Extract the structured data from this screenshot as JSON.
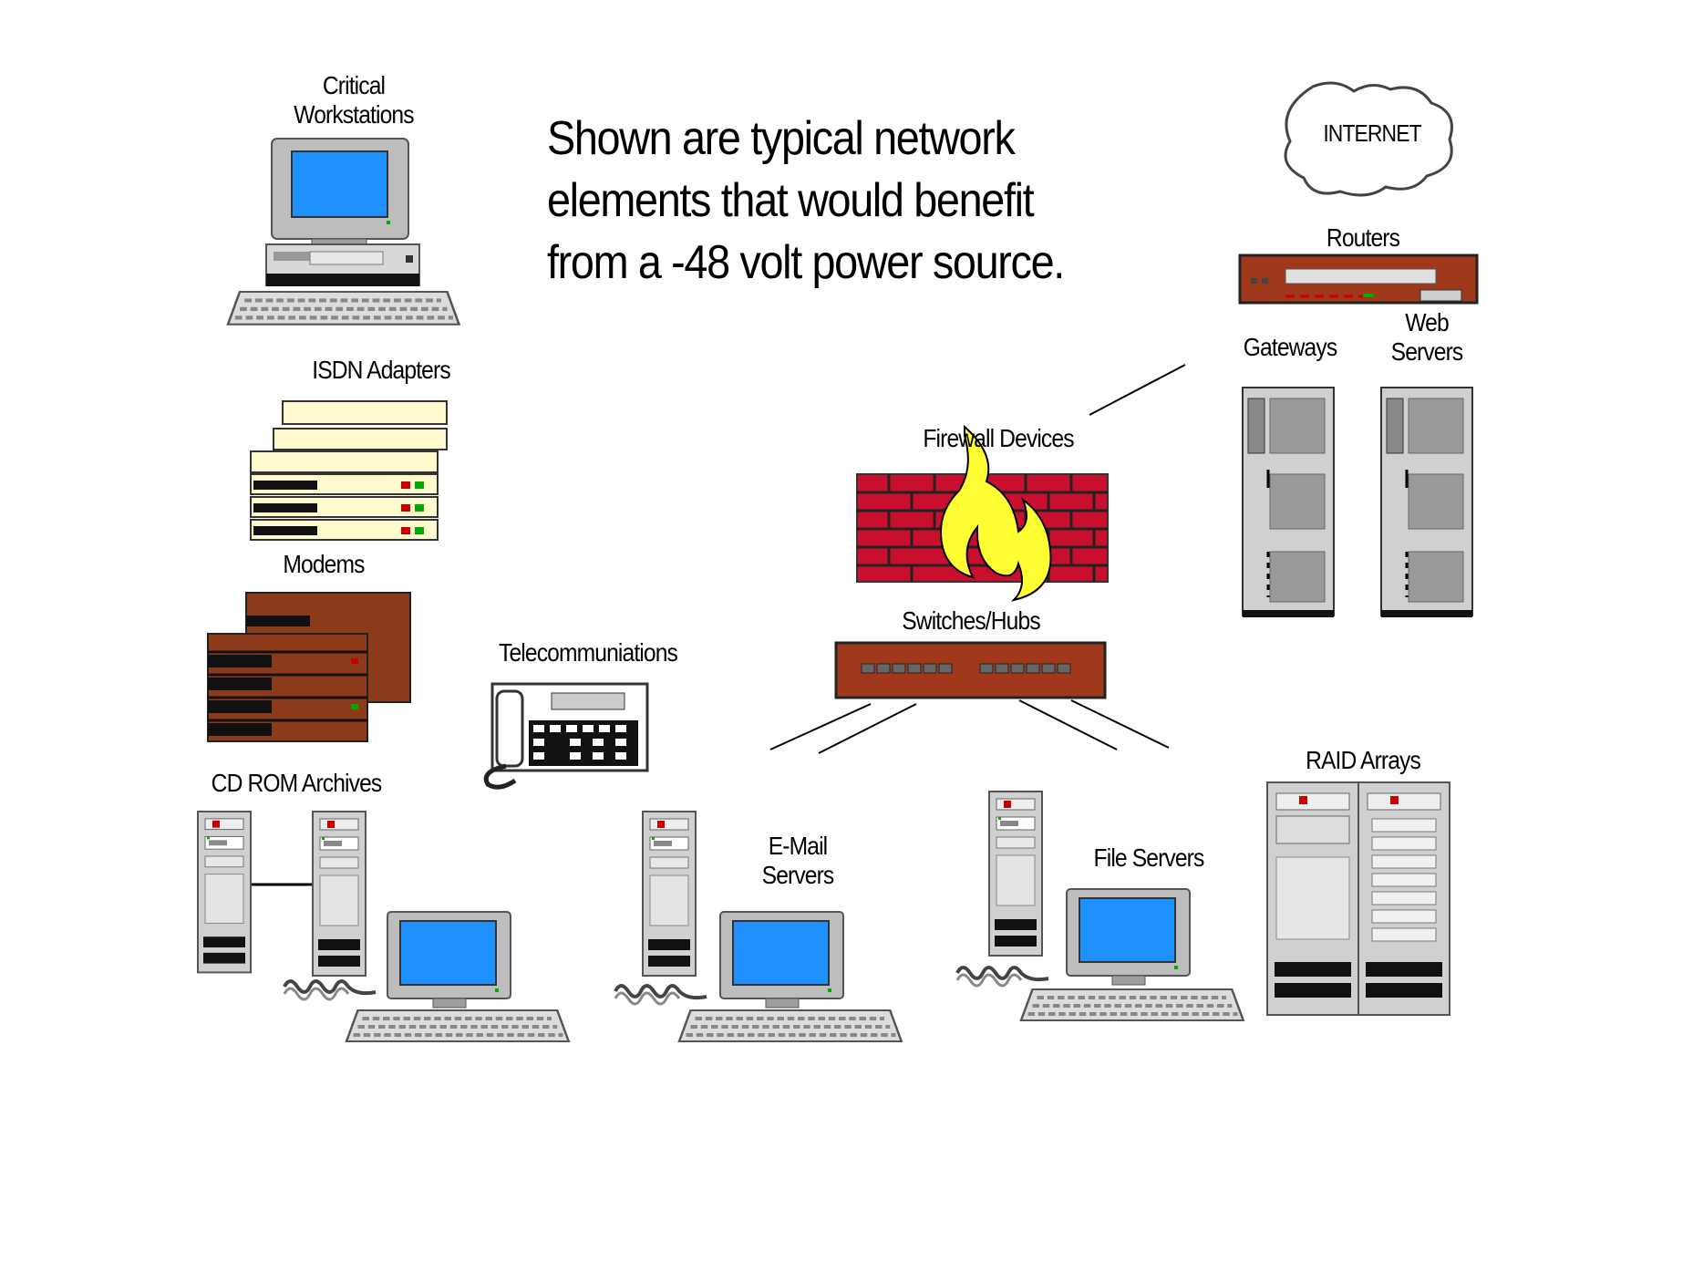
{
  "headline": [
    "Shown are typical network",
    "elements that would benefit",
    "from a -48 volt power source."
  ],
  "labels": {
    "critical_workstations": [
      "Critical",
      "Workstations"
    ],
    "isdn_adapters": "ISDN Adapters",
    "modems": "Modems",
    "telecommunications": "Telecommuniations",
    "cdrom_archives": "CD ROM Archives",
    "email_servers": [
      "E-Mail",
      "Servers"
    ],
    "file_servers": "File Servers",
    "raid_arrays": "RAID Arrays",
    "firewall_devices": "Firewall Devices",
    "switches_hubs": "Switches/Hubs",
    "internet": "INTERNET",
    "routers": "Routers",
    "gateways": "Gateways",
    "web_servers": [
      "Web",
      "Servers"
    ]
  },
  "colors": {
    "screen_blue": "#1e90ff",
    "case_gray": "#c0c0c0",
    "hub_brown": "#a0391c",
    "brick_red": "#c8102e",
    "flame_yellow": "#ffff33",
    "isdn_cream": "#fffacd",
    "modem_brown": "#8b3a1a"
  }
}
